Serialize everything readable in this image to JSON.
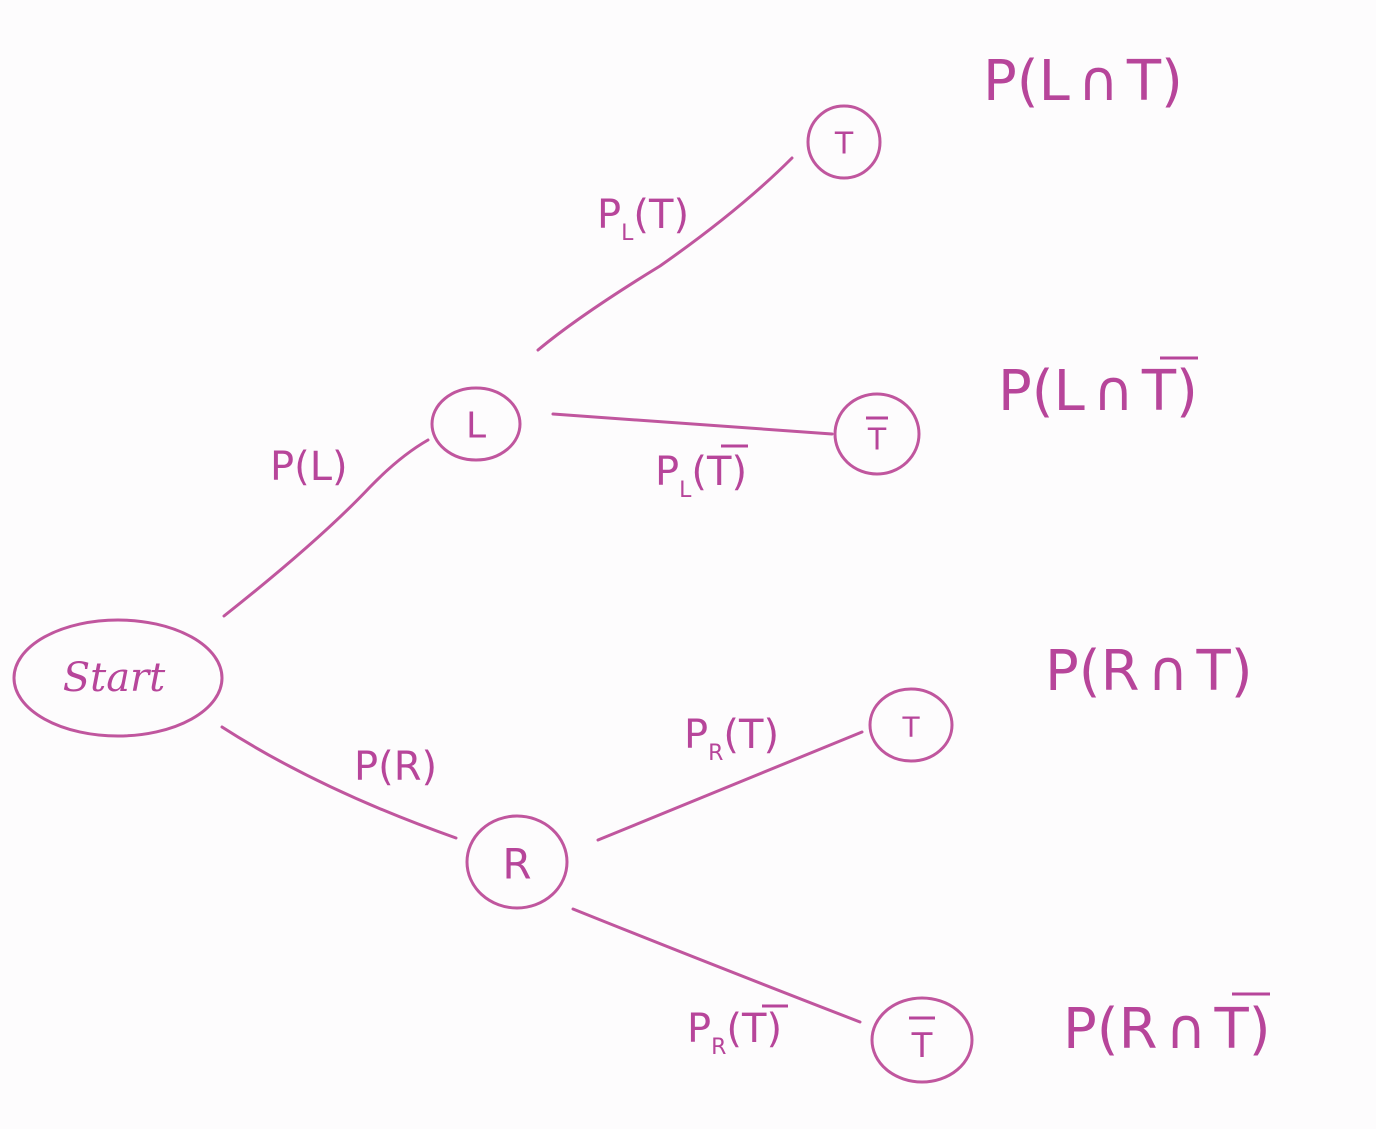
{
  "tree": {
    "root": {
      "label": "Start"
    },
    "level1": [
      {
        "node": "L",
        "edge_label": {
          "base": "P(",
          "var": "L",
          "tail": ")"
        }
      },
      {
        "node": "R",
        "edge_label": {
          "base": "P(",
          "var": "R",
          "tail": ")"
        }
      }
    ],
    "leaves": [
      {
        "parent": "L",
        "node": "T",
        "complement": false,
        "edge_label": {
          "p": "P",
          "sub": "L",
          "open": "(",
          "var": "T",
          "close": ")"
        },
        "result": {
          "open": "P(",
          "a": "L",
          "cap": "∩",
          "b": "T",
          "close": ")"
        }
      },
      {
        "parent": "L",
        "node": "T",
        "complement": true,
        "edge_label": {
          "p": "P",
          "sub": "L",
          "open": "(",
          "var": "T",
          "close": ")"
        },
        "result": {
          "open": "P(",
          "a": "L",
          "cap": "∩",
          "b": "T",
          "close": ")"
        }
      },
      {
        "parent": "R",
        "node": "T",
        "complement": false,
        "edge_label": {
          "p": "P",
          "sub": "R",
          "open": "(",
          "var": "T",
          "close": ")"
        },
        "result": {
          "open": "P(",
          "a": "R",
          "cap": "∩",
          "b": "T",
          "close": ")"
        }
      },
      {
        "parent": "R",
        "node": "T",
        "complement": true,
        "edge_label": {
          "p": "P",
          "sub": "R",
          "open": "(",
          "var": "T",
          "close": ")"
        },
        "result": {
          "open": "P(",
          "a": "R",
          "cap": "∩",
          "b": "T",
          "close": ")"
        }
      }
    ]
  },
  "colors": {
    "ink": "#b7459a",
    "line": "#c0569e",
    "paper": "#fdfcfd"
  }
}
